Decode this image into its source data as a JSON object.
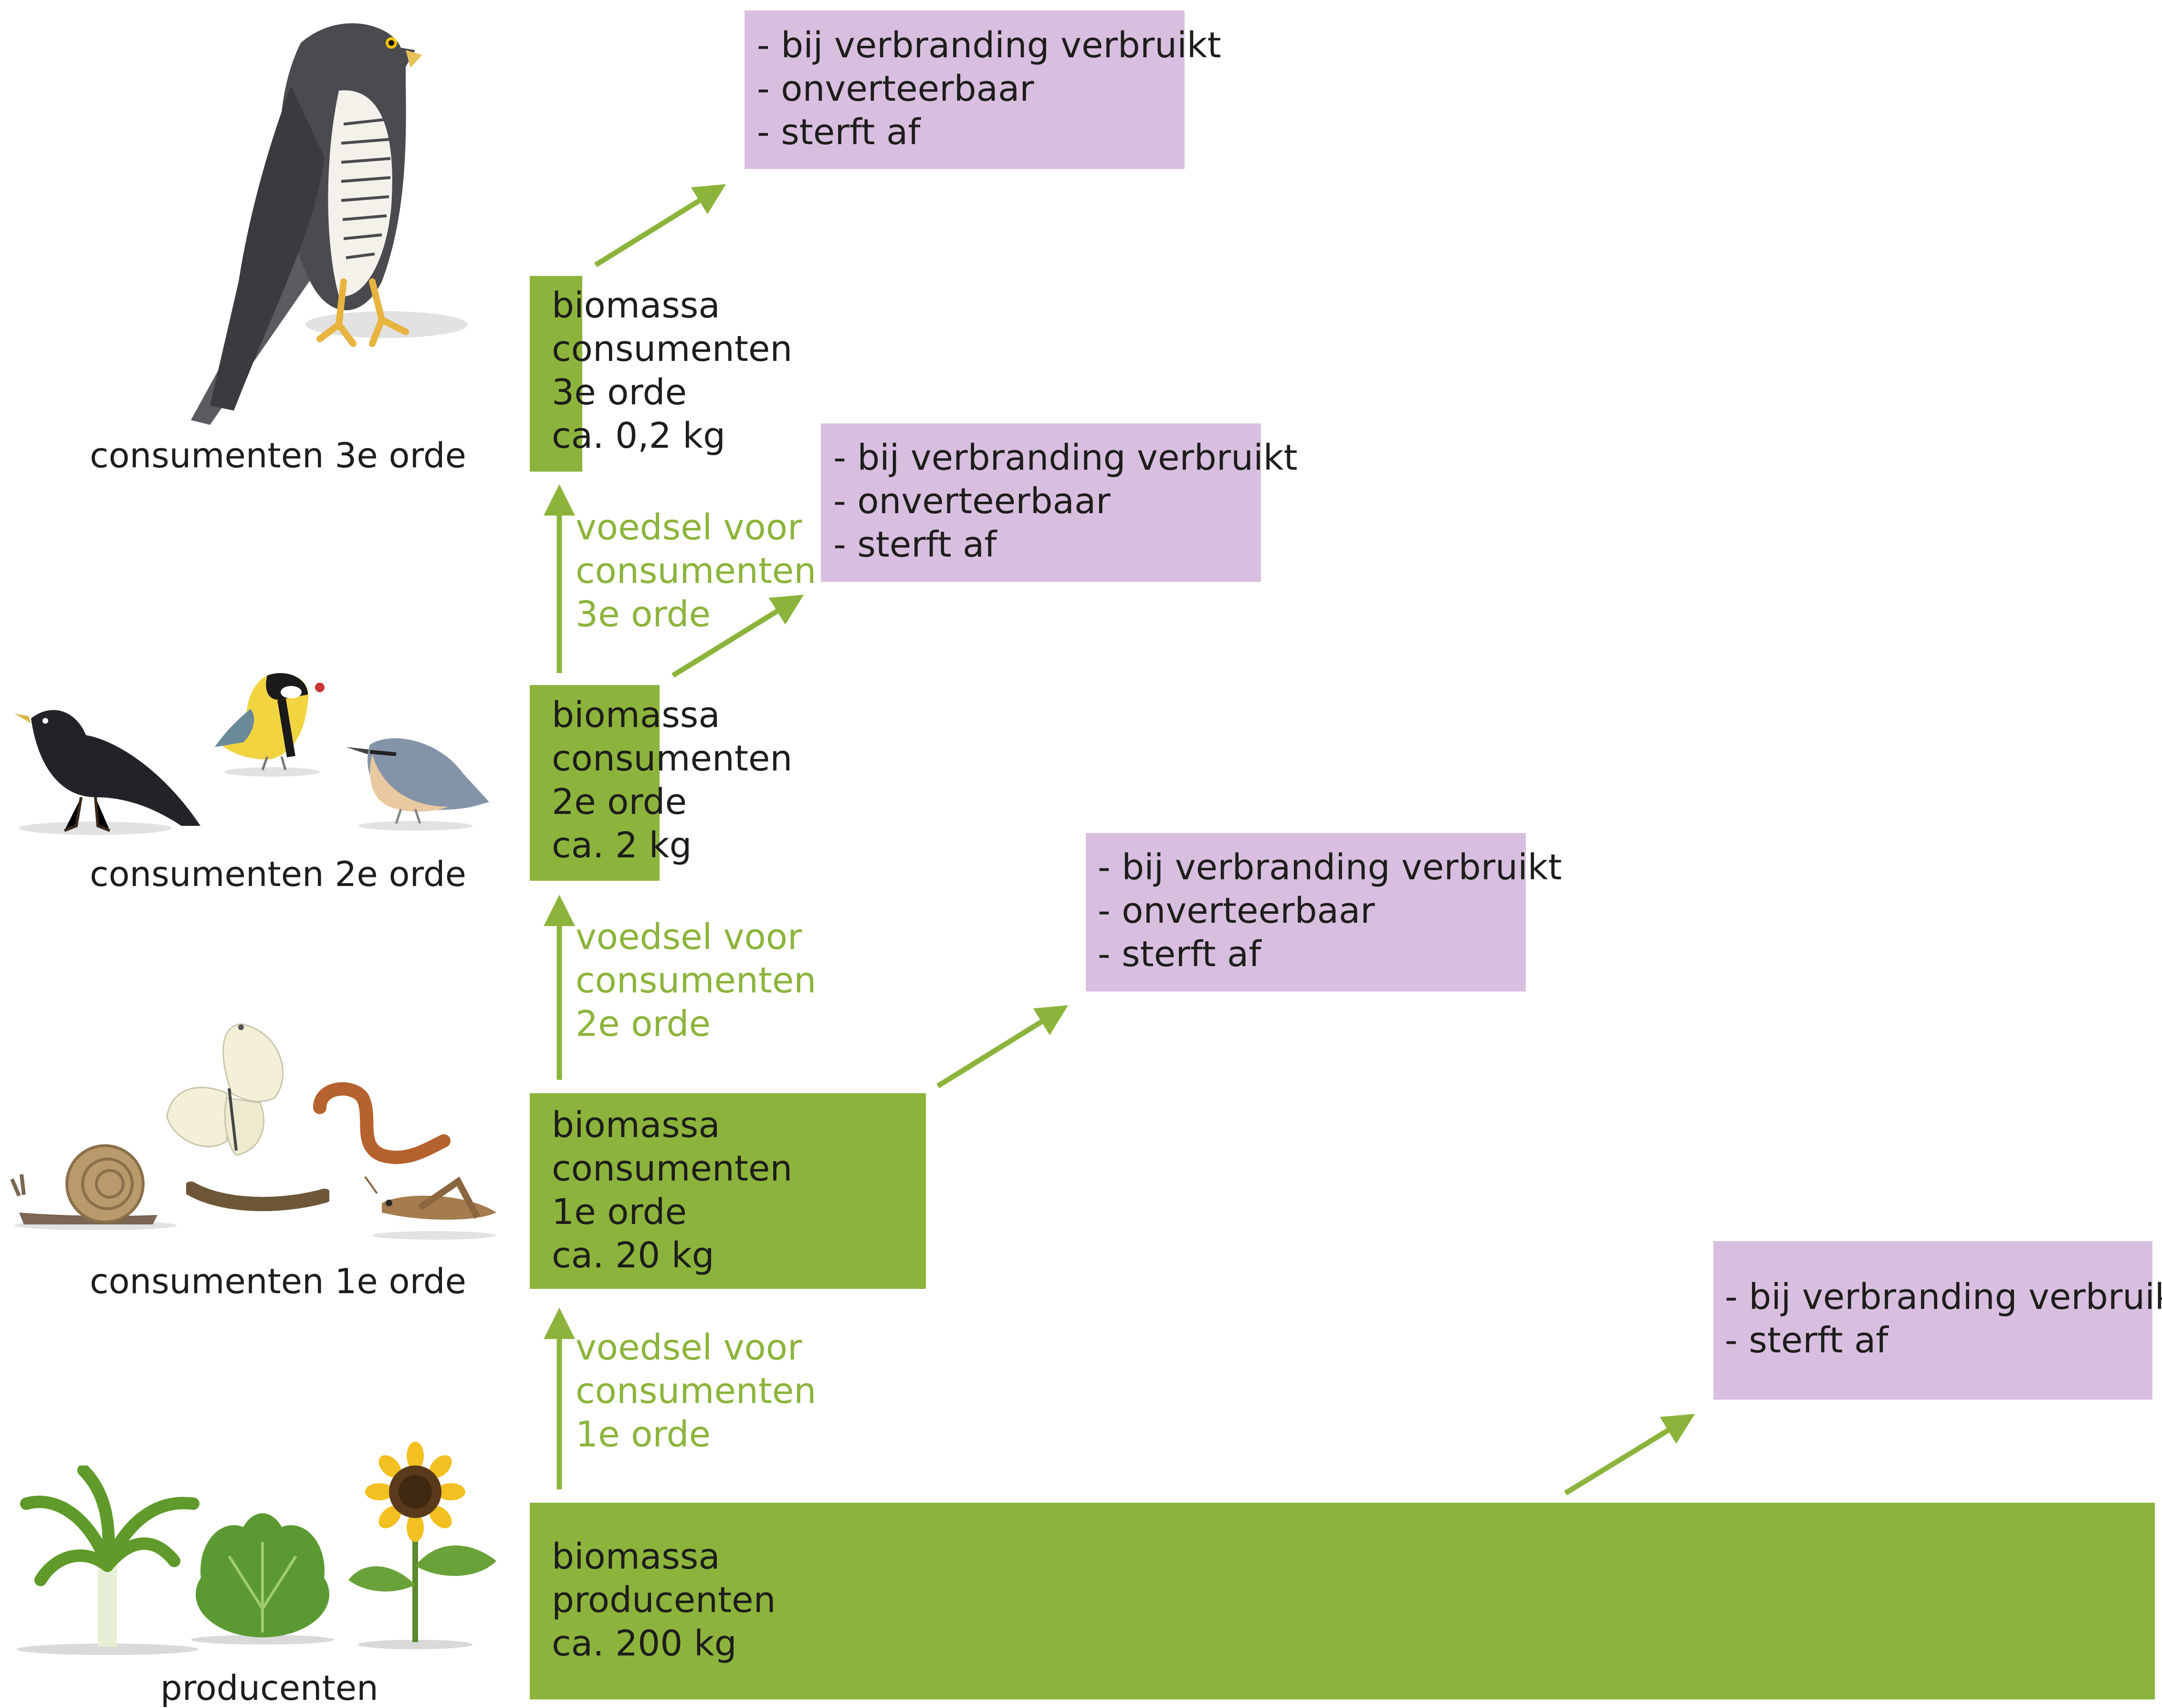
{
  "levels": {
    "producers": {
      "caption": "producenten",
      "lines": [
        "biomassa",
        "producenten",
        "ca. 200 kg"
      ]
    },
    "c1": {
      "caption": "consumenten 1e orde",
      "lines": [
        "biomassa",
        "consumenten",
        "1e orde",
        "ca. 20 kg"
      ]
    },
    "c2": {
      "caption": "consumenten 2e orde",
      "lines": [
        "biomassa",
        "consumenten",
        "2e orde",
        "ca. 2 kg"
      ]
    },
    "c3": {
      "caption": "consumenten 3e orde",
      "lines": [
        "biomassa",
        "consumenten",
        "3e orde",
        "ca. 0,2 kg"
      ]
    }
  },
  "food_labels": {
    "to_c1": [
      "voedsel voor",
      "consumenten",
      "1e orde"
    ],
    "to_c2": [
      "voedsel voor",
      "consumenten",
      "2e orde"
    ],
    "to_c3": [
      "voedsel voor",
      "consumenten",
      "3e orde"
    ]
  },
  "loss_boxes": {
    "producers": [
      "- bij verbranding verbruikt",
      "- sterft af"
    ],
    "c1": [
      "- bij verbranding verbruikt",
      "- onverteerbaar",
      "- sterft af"
    ],
    "c2": [
      "- bij verbranding verbruikt",
      "- onverteerbaar",
      "- sterft af"
    ],
    "c3": [
      "- bij verbranding verbruikt",
      "- onverteerbaar",
      "- sterft af"
    ]
  },
  "colors": {
    "green": "#8cb43c",
    "purple": "#d9bfdf",
    "text": "#1d1d1b"
  },
  "icons": [
    "hawk-icon",
    "starling-icon",
    "great-tit-icon",
    "nuthatch-icon",
    "butterfly-icon",
    "earthworm-icon",
    "snail-icon",
    "caterpillar-icon",
    "grasshopper-icon",
    "leek-icon",
    "lettuce-icon",
    "sunflower-icon"
  ]
}
